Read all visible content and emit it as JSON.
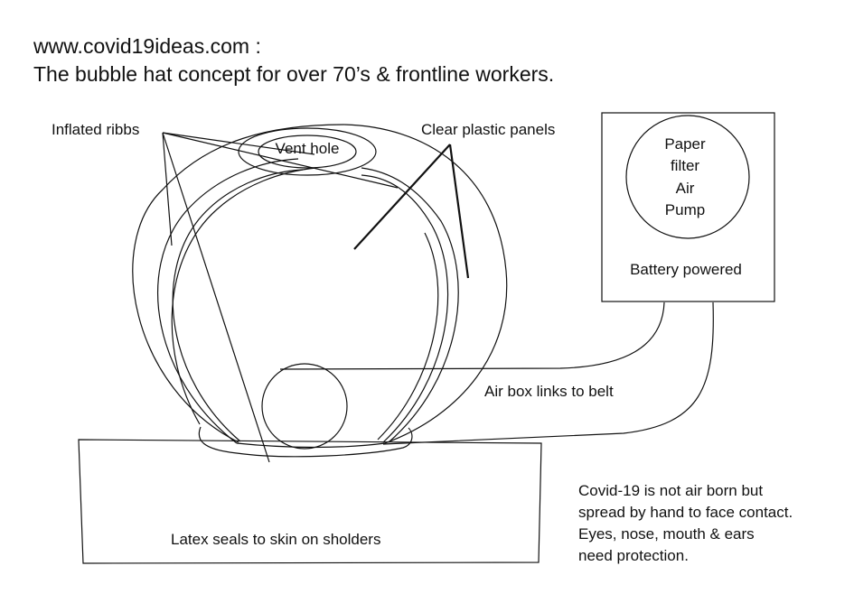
{
  "header": {
    "line1": "www.covid19ideas.com :",
    "line2": "The bubble hat concept for over 70’s & frontline workers."
  },
  "labels": {
    "inflated_ribbs": "Inflated ribbs",
    "vent_hole": "Vent hole",
    "clear_plastic_panels": "Clear plastic panels",
    "pump_line1": "Paper",
    "pump_line2": "filter",
    "pump_line3": "Air",
    "pump_line4": "Pump",
    "battery_powered": "Battery powered",
    "air_box_links": "Air box links to belt",
    "latex_seals": "Latex seals to skin on sholders"
  },
  "note": {
    "line1": "Covid-19 is not air born but",
    "line2": "spread by hand to face contact.",
    "line3": "Eyes, nose, mouth & ears",
    "line4": "need protection."
  }
}
